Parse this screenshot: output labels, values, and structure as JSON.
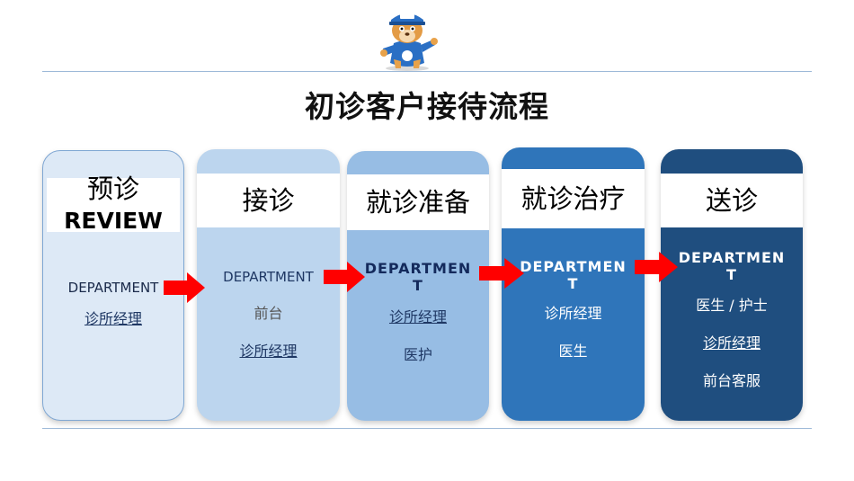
{
  "title": "初诊客户接待流程",
  "colors": {
    "stage1": "#dde9f6",
    "stage2": "#bcd5ee",
    "stage3": "#97bde4",
    "stage4": "#2f75ba",
    "stage5": "#1f4e7f",
    "arrow": "#ff0000",
    "line": "#9db9d8"
  },
  "stages": [
    {
      "heading": "预诊",
      "subheading": "REVIEW",
      "department": "DEPARTMENT",
      "roles": [
        "诊所经理"
      ]
    },
    {
      "heading": "接诊",
      "department": "DEPARTMENT",
      "roles": [
        "前台",
        "诊所经理"
      ]
    },
    {
      "heading": "就诊准备",
      "department": "DEPARTMENT",
      "roles": [
        "诊所经理",
        "医护"
      ]
    },
    {
      "heading": "就诊治疗",
      "department": "DEPARTMENT",
      "roles": [
        "诊所经理",
        "医生"
      ]
    },
    {
      "heading": "送诊",
      "department": "DEPARTMENT",
      "roles": [
        "医生 / 护士",
        "诊所经理",
        "前台客服"
      ]
    }
  ]
}
